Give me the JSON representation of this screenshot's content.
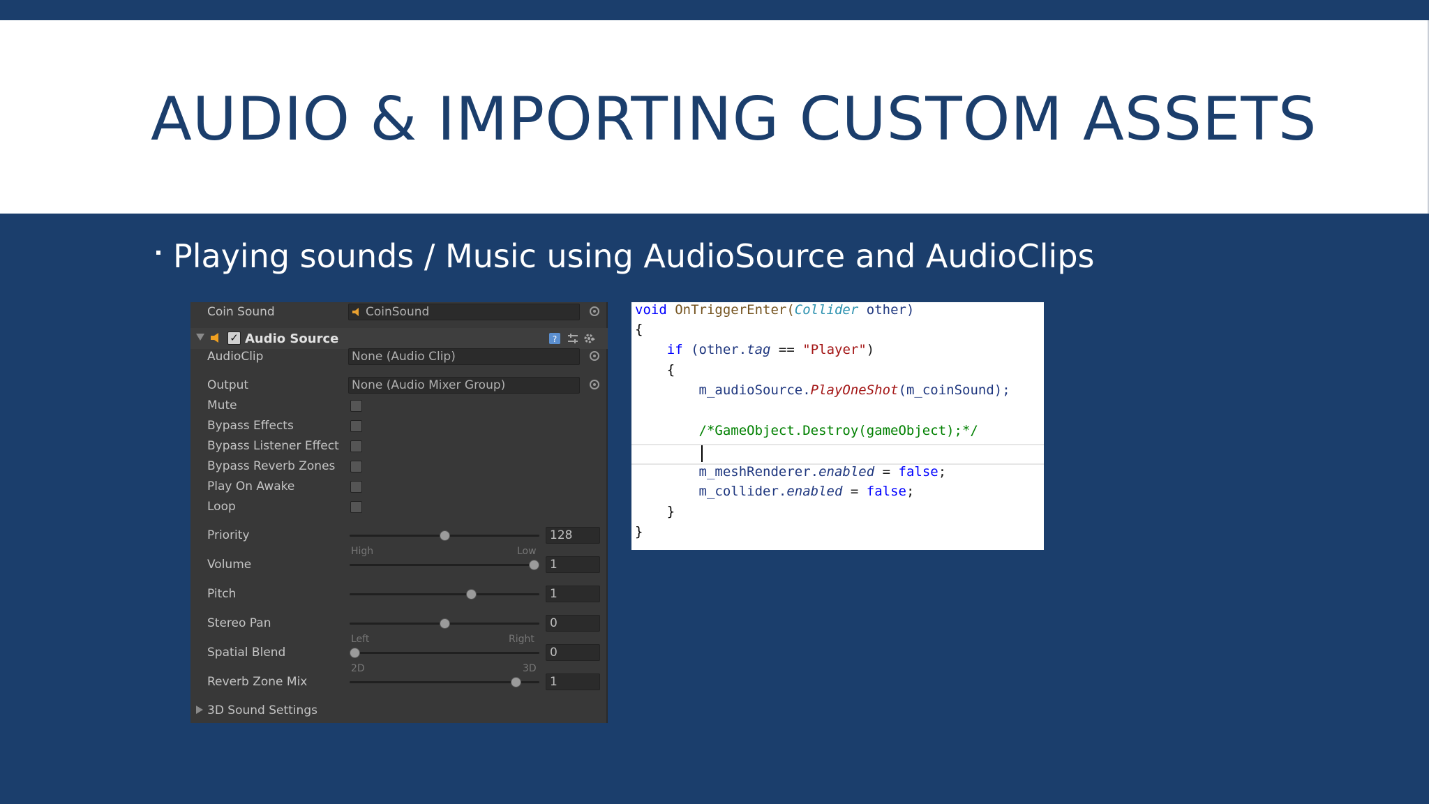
{
  "slide": {
    "title": "AUDIO & IMPORTING CUSTOM ASSETS",
    "bullet": "Playing sounds / Music using AudioSource and AudioClips"
  },
  "inspector": {
    "coin_sound": {
      "label": "Coin Sound",
      "value": "CoinSound"
    },
    "component": {
      "title": "Audio Source",
      "enabled": true
    },
    "audio_clip": {
      "label": "AudioClip",
      "value": "None (Audio Clip)"
    },
    "output": {
      "label": "Output",
      "value": "None (Audio Mixer Group)"
    },
    "toggles": [
      {
        "label": "Mute",
        "checked": false
      },
      {
        "label": "Bypass Effects",
        "checked": false
      },
      {
        "label": "Bypass Listener Effect",
        "checked": false
      },
      {
        "label": "Bypass Reverb Zones",
        "checked": false
      },
      {
        "label": "Play On Awake",
        "checked": false
      },
      {
        "label": "Loop",
        "checked": false
      }
    ],
    "sliders": [
      {
        "label": "Priority",
        "value": "128",
        "fraction": 0.5,
        "min_label": "High",
        "max_label": "Low"
      },
      {
        "label": "Volume",
        "value": "1",
        "fraction": 1.0,
        "min_label": "",
        "max_label": ""
      },
      {
        "label": "Pitch",
        "value": "1",
        "fraction": 0.65,
        "min_label": "",
        "max_label": ""
      },
      {
        "label": "Stereo Pan",
        "value": "0",
        "fraction": 0.5,
        "min_label": "Left",
        "max_label": "Right"
      },
      {
        "label": "Spatial Blend",
        "value": "0",
        "fraction": 0.0,
        "min_label": "2D",
        "max_label": "3D"
      },
      {
        "label": "Reverb Zone Mix",
        "value": "1",
        "fraction": 0.9,
        "min_label": "",
        "max_label": ""
      }
    ],
    "sound_settings": "3D Sound Settings"
  },
  "code": {
    "l1_kw": "void",
    "l1_fn": " OnTriggerEnter(",
    "l1_ty": "Collider",
    "l1_rest": " other)",
    "l2": "{",
    "l3_kw": "    if",
    "l3_a": " (other.",
    "l3_b": "tag",
    "l3_c": " == ",
    "l3_str": "\"Player\"",
    "l3_d": ")",
    "l4": "    {",
    "l5_a": "        m_audioSource.",
    "l5_m": "PlayOneShot",
    "l5_b": "(m_coinSound);",
    "l6": "        /*GameObject.Destroy(gameObject);*/",
    "l7_a": "        m_meshRenderer.",
    "l7_b": "enabled",
    "l7_c": " = ",
    "l7_kw": "false",
    "l7_d": ";",
    "l8_a": "        m_collider.",
    "l8_b": "enabled",
    "l8_c": " = ",
    "l8_kw": "false",
    "l8_d": ";",
    "l9": "    }",
    "l10": "}"
  },
  "colors": {
    "background": "#1b3e6c",
    "title": "#1b3e6c",
    "inspector_bg": "#383838"
  }
}
